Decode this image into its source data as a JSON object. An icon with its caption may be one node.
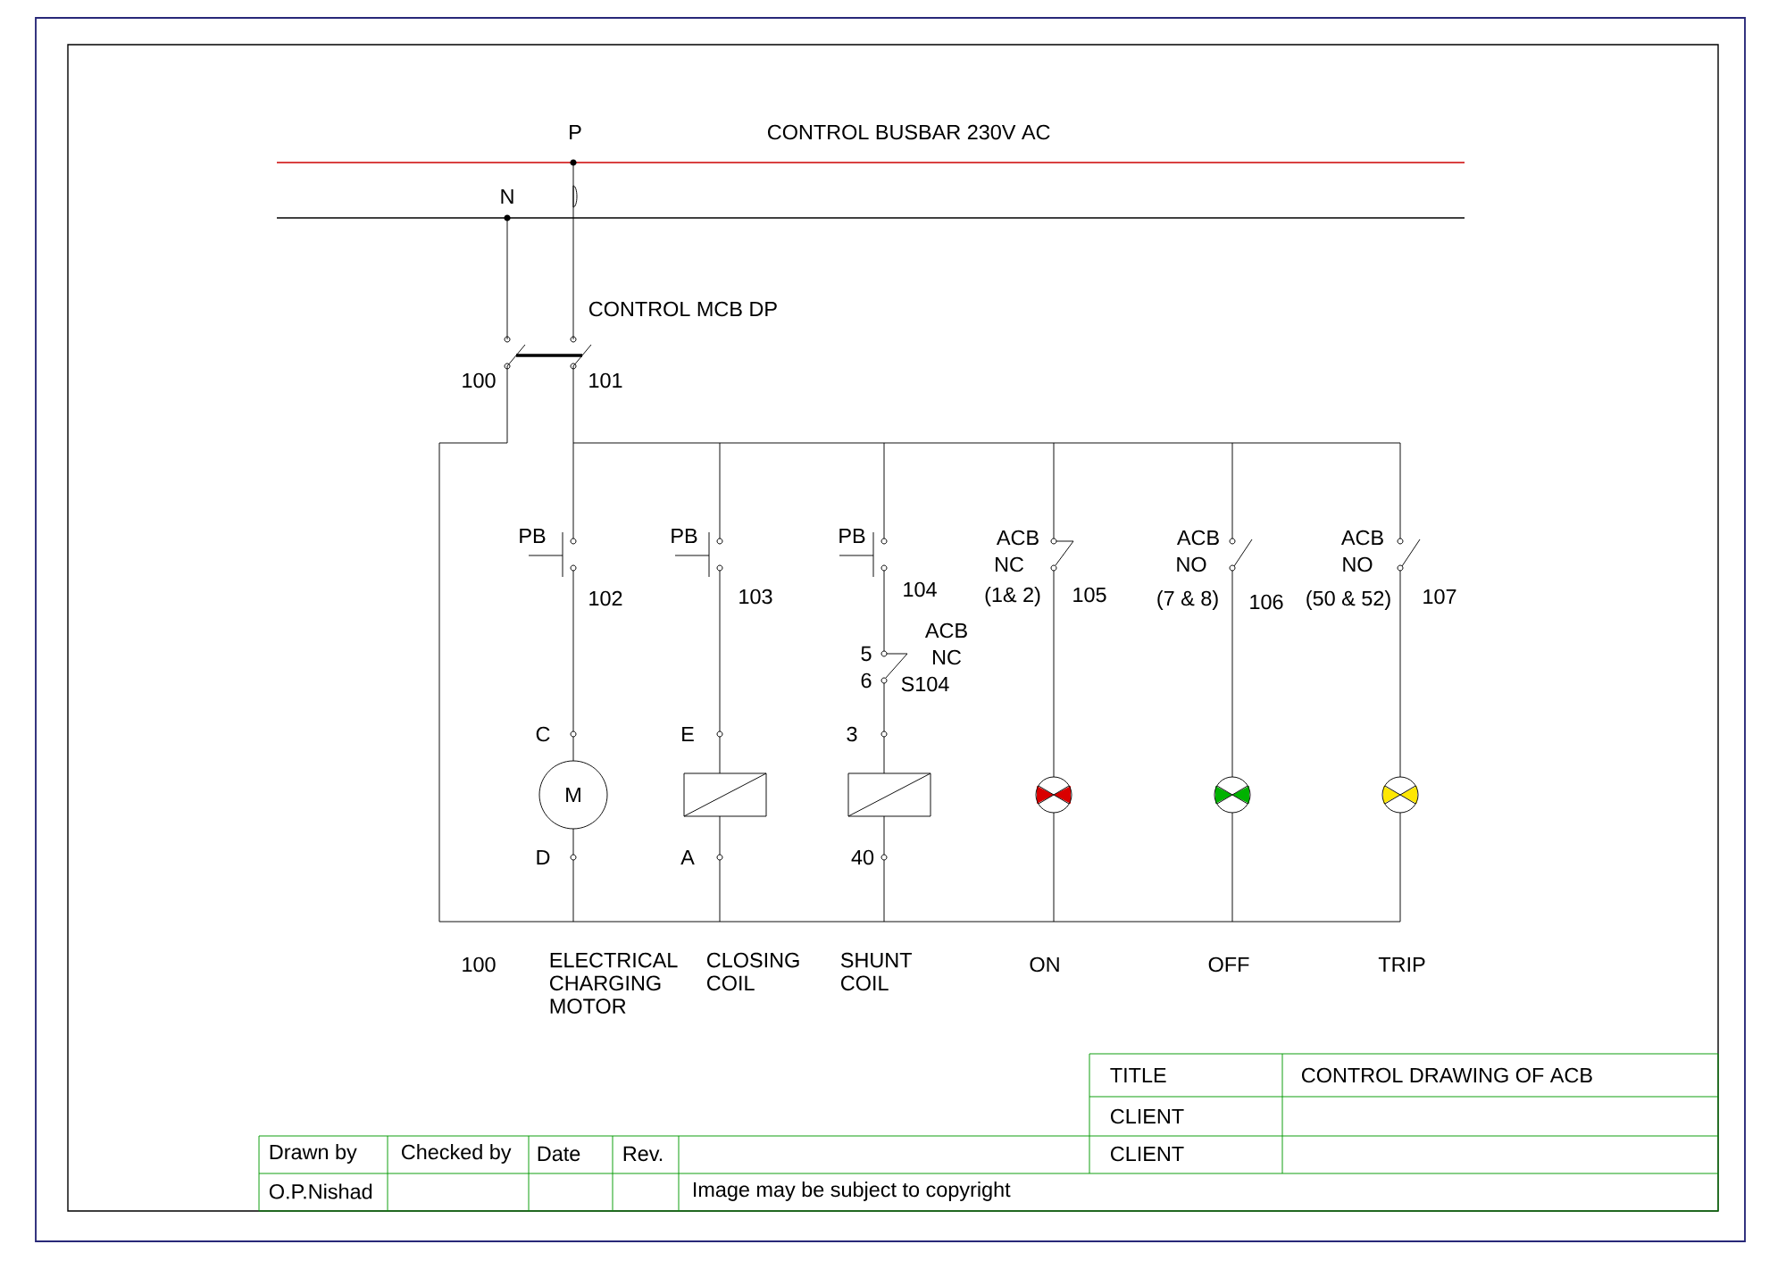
{
  "diagram": {
    "nodes": [
      {
        "text": [
          "M"
        ]
      }
    ],
    "labels": [
      "P",
      "CONTROL BUSBAR 230V AC",
      "N",
      "CONTROL MCB DP",
      "100",
      "101",
      "PB",
      "102",
      "PB",
      "103",
      "PB",
      "104",
      "ACB",
      "5",
      "NC",
      "6",
      "S104",
      "ACB",
      "NC",
      "(1& 2)",
      "105",
      "ACB",
      "NO",
      "(7 & 8)",
      "106",
      "ACB",
      "NO",
      "(50 & 52)",
      "107",
      "C",
      "E",
      "3",
      "D",
      "A",
      "40",
      "100",
      "ELECTRICAL CHARGING MOTOR",
      "CLOSING COIL",
      "SHUNT COIL",
      "ON",
      "OFF",
      "TRIP",
      "TITLE",
      "CONTROL DRAWING OF ACB",
      "CLIENT",
      "Drawn by",
      "Checked by",
      "Date",
      "Rev.",
      "CLIENT",
      "O.P.Nishad",
      "Image may be subject to copyright"
    ]
  }
}
